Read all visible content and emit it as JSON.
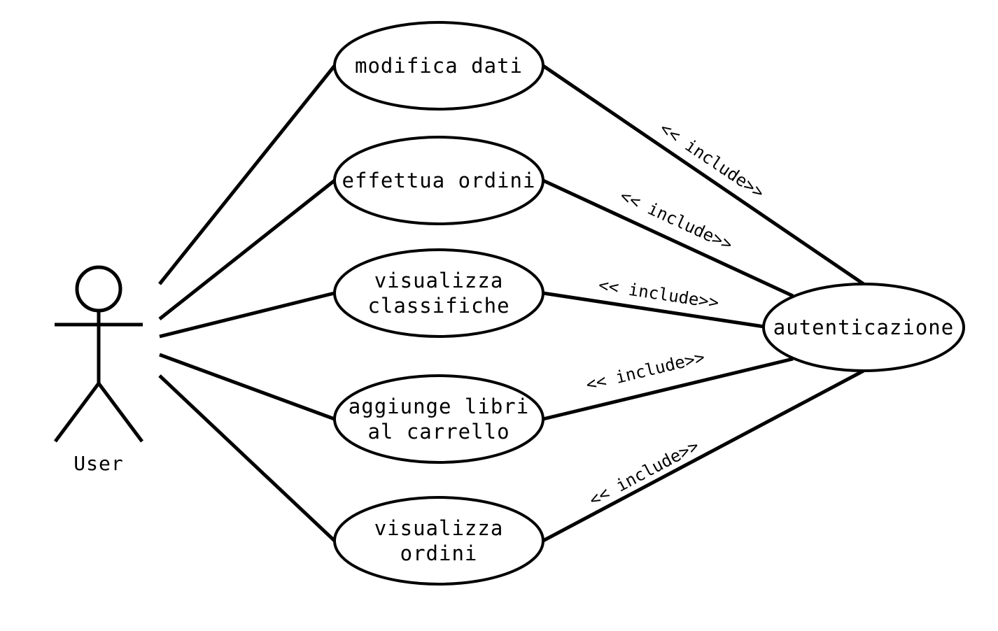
{
  "actor": {
    "name": "User"
  },
  "use_cases": [
    {
      "id": "modifica",
      "lines": [
        "modifica dati"
      ]
    },
    {
      "id": "ordini",
      "lines": [
        "effettua ordini"
      ]
    },
    {
      "id": "classifiche",
      "lines": [
        "visualizza",
        "classifiche"
      ]
    },
    {
      "id": "carrello",
      "lines": [
        "aggiunge libri",
        "al carrello"
      ]
    },
    {
      "id": "vis_ordini",
      "lines": [
        "visualizza",
        "ordini"
      ]
    }
  ],
  "auth": {
    "label": "autenticazione"
  },
  "include_label": "<< include>>",
  "colors": {
    "stroke": "#000000",
    "background": "#ffffff"
  }
}
